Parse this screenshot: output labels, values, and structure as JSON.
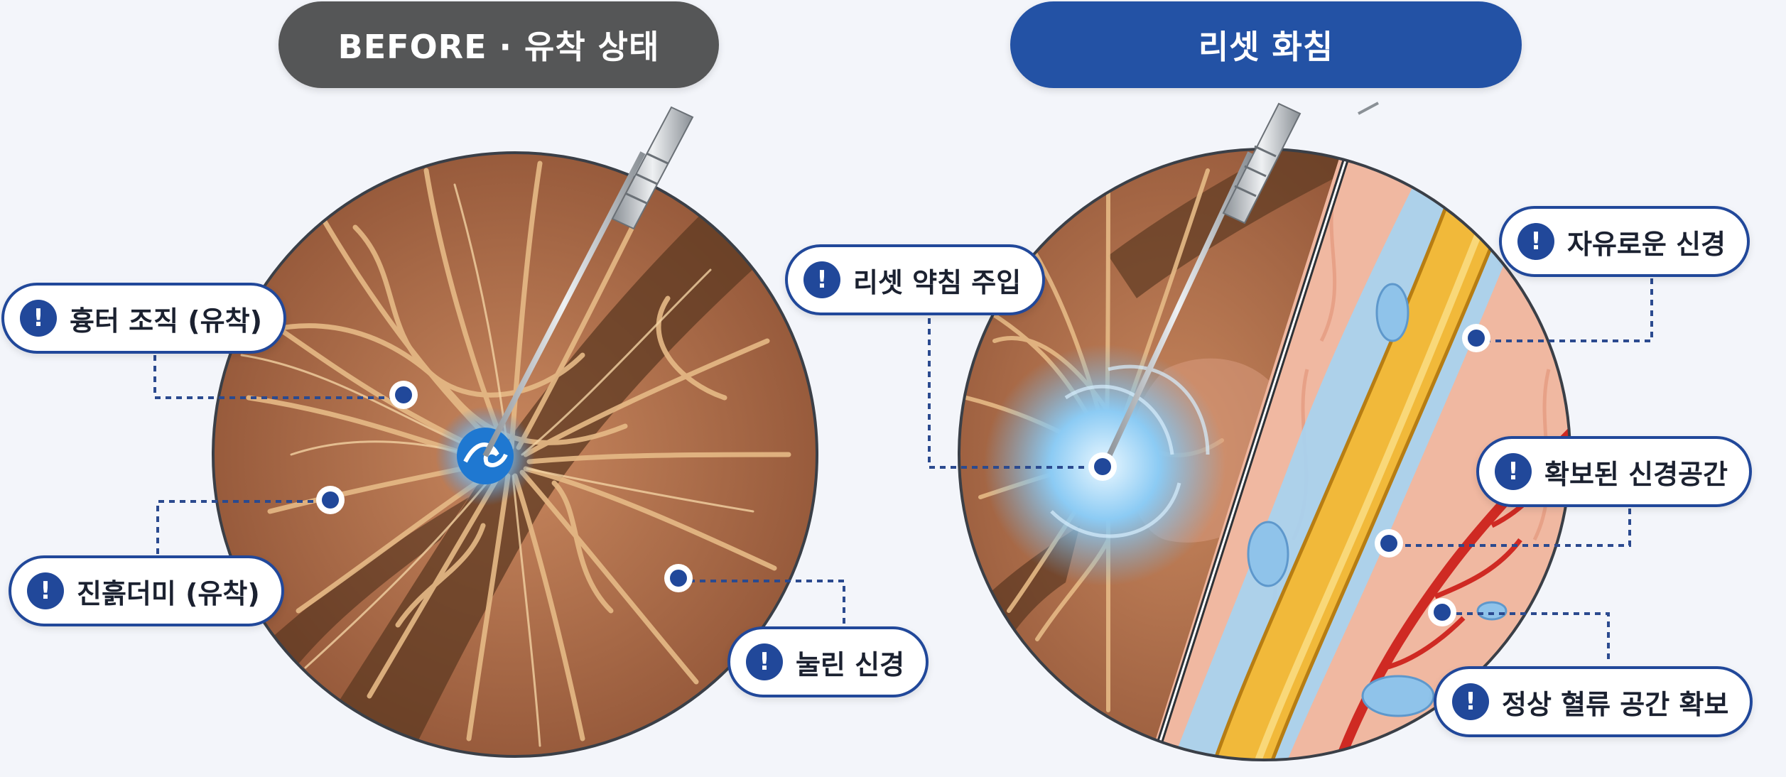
{
  "headers": {
    "before": "BEFORE · 유착 상태",
    "after": "리셋 화침"
  },
  "callouts": {
    "scar_tissue": "흉터 조직 (유착)",
    "mud_mass": "진흙더미 (유착)",
    "pressed_nerve": "눌린 신경",
    "reset_injection": "리셋 약침 주입",
    "free_nerve": "자유로운 신경",
    "nerve_space": "확보된 신경공간",
    "blood_flow": "정상 혈류 공간 확보"
  },
  "badge_symbol": "!",
  "colors": {
    "before_header": "#555657",
    "after_header": "#2352a5",
    "accent": "#21489a",
    "tissue": "#a8694a",
    "fibers": "#e2b582",
    "nerve": "#f1b93a",
    "fluid": "#a9d2ee",
    "vessel": "#cf2a23"
  }
}
